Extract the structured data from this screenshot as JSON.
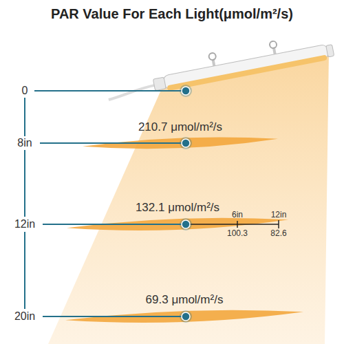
{
  "diagram": {
    "title": "PAR Value For Each Light(μmol/m²/s)",
    "nodes": [
      {
        "text": [
          "210.7 μmol/m²/s"
        ]
      },
      {
        "text": [
          "132.1 μmol/m²/s"
        ]
      },
      {
        "text": [
          "69.3 μmol/m²/s"
        ]
      }
    ],
    "labels": [
      "0",
      "8in",
      "12in",
      "20in",
      "6in",
      "12in",
      "100.3",
      "82.6"
    ]
  }
}
